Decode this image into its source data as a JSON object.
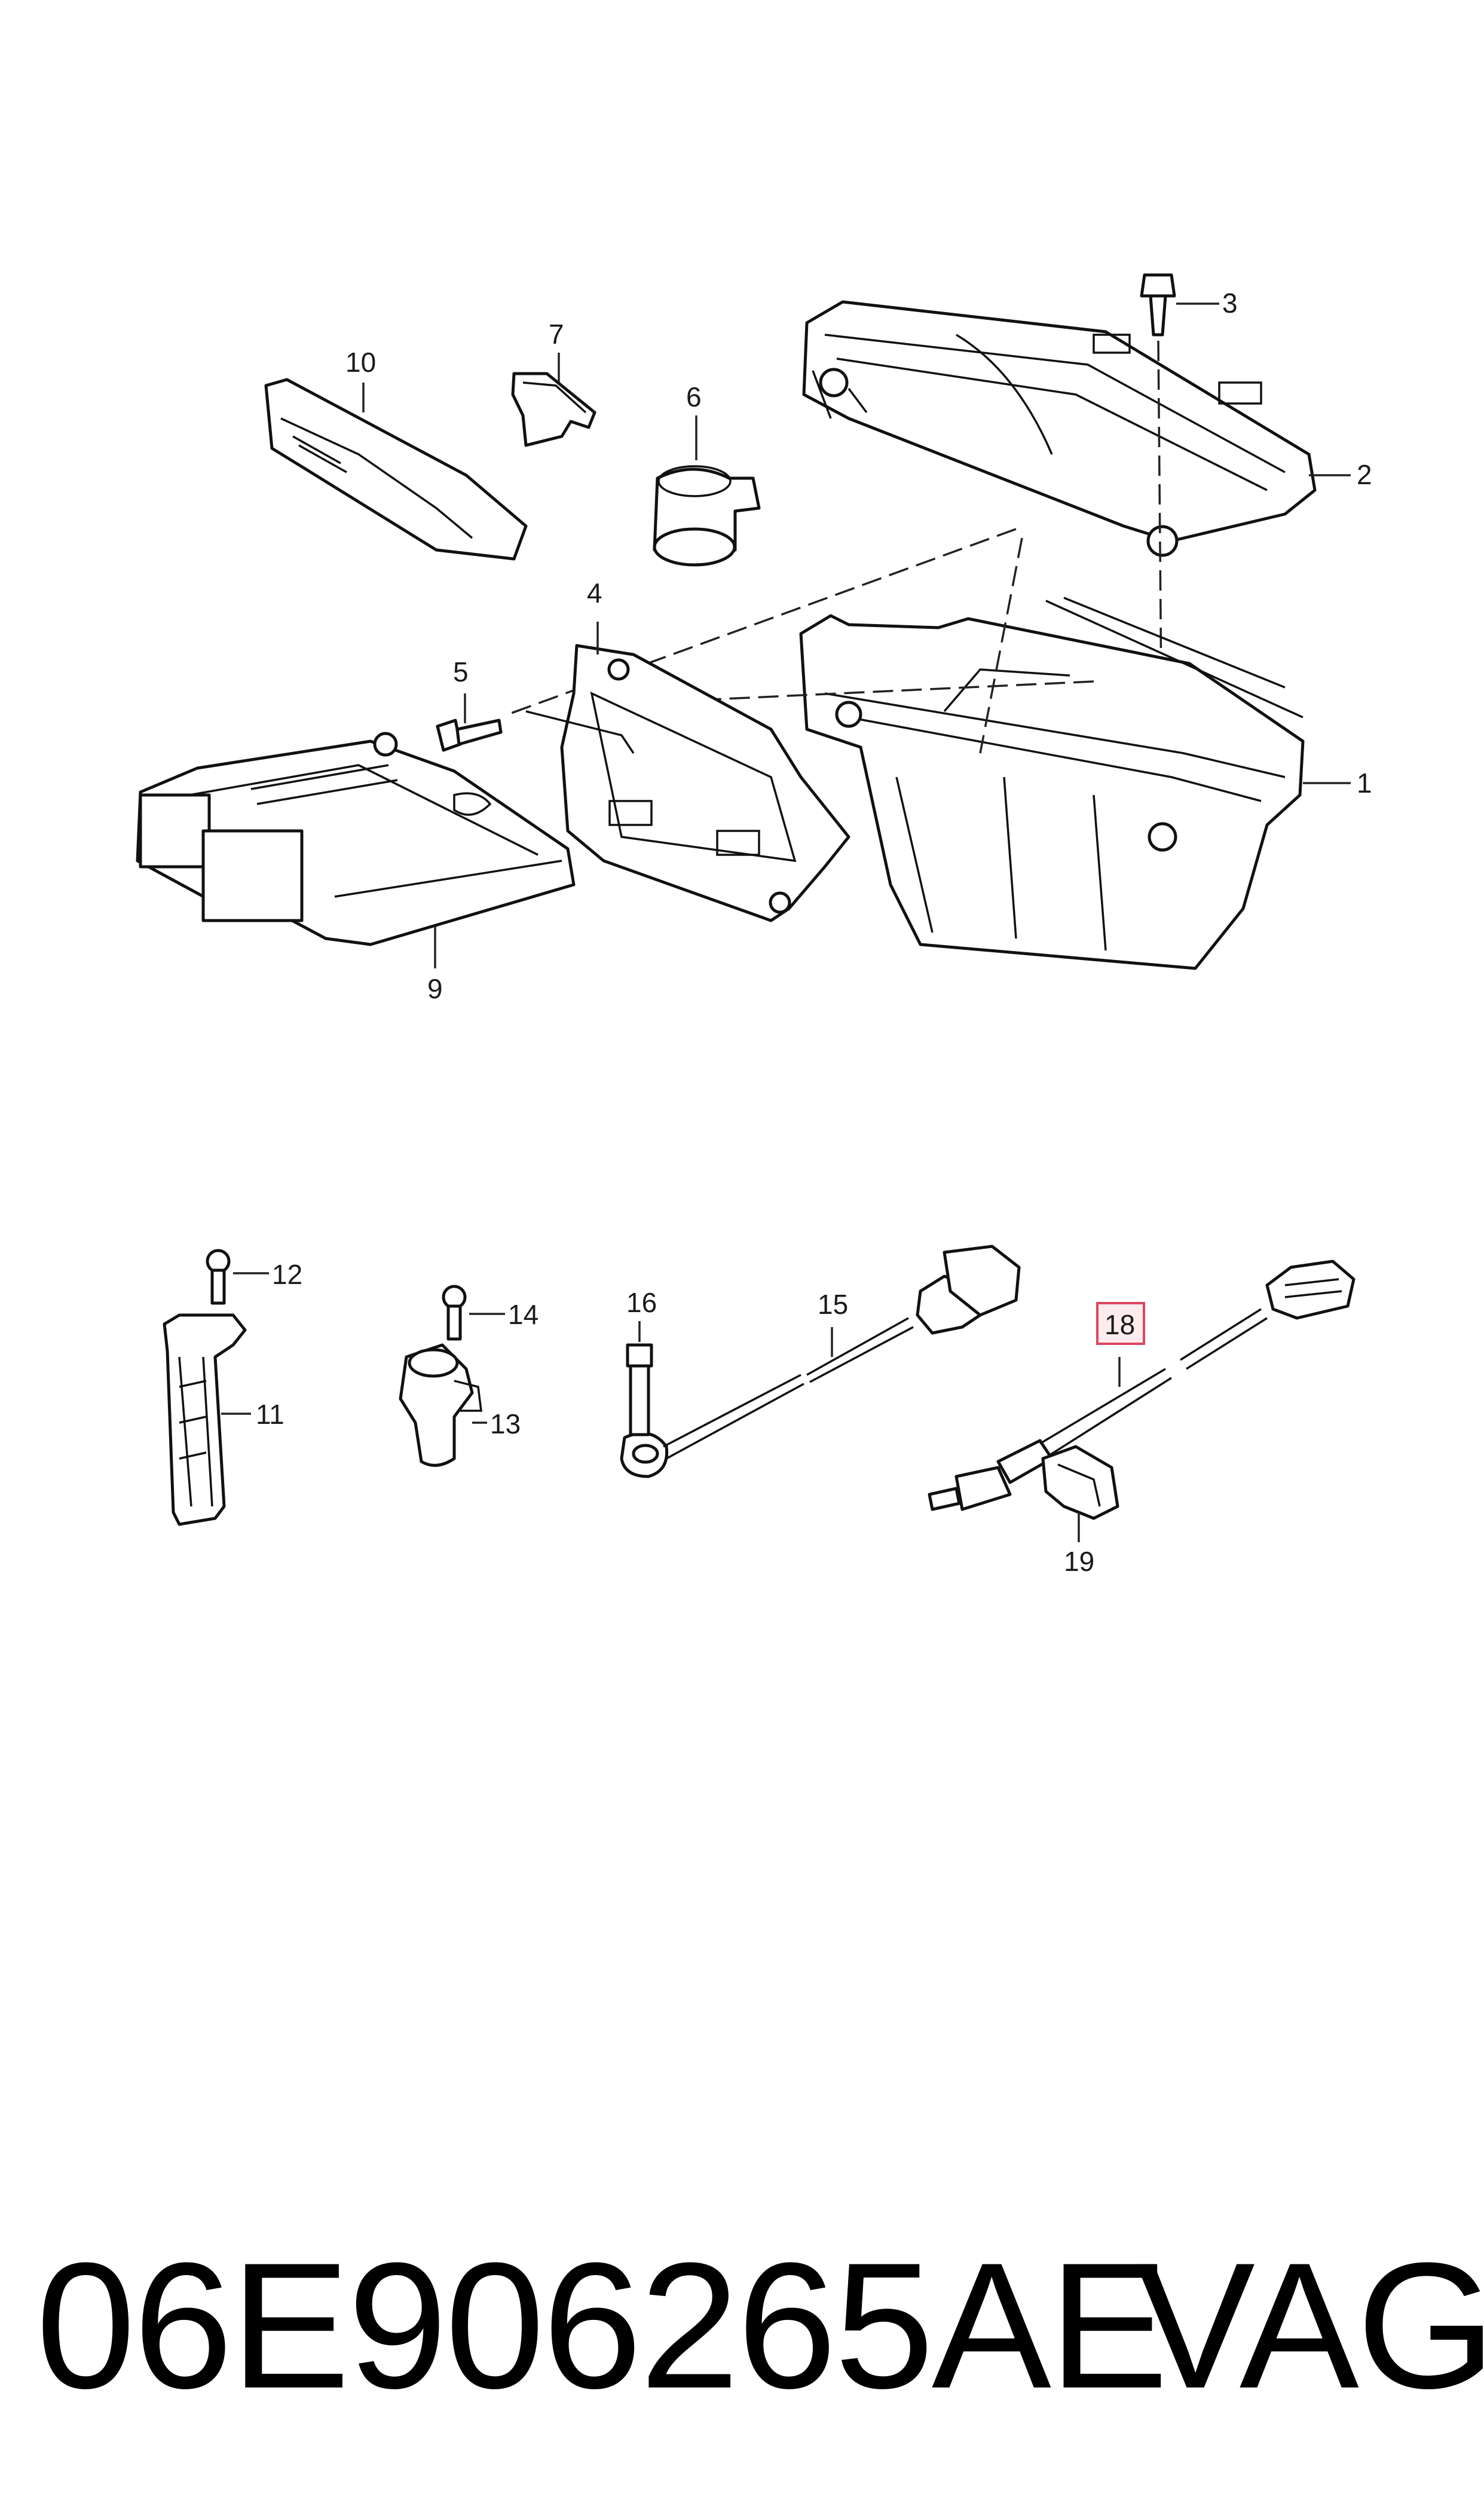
{
  "callouts": {
    "c1": "1",
    "c2": "2",
    "c3": "3",
    "c4": "4",
    "c5": "5",
    "c6": "6",
    "c7": "7",
    "c9": "9",
    "c10": "10",
    "c11": "11",
    "c12": "12",
    "c13": "13",
    "c14": "14",
    "c15": "15",
    "c16": "16",
    "c18": "18",
    "c19": "19"
  },
  "highlighted_callout": "18",
  "highlight_color": "#d9485f",
  "footer": {
    "part_number": "06E906265AE",
    "brand": "VAG"
  }
}
